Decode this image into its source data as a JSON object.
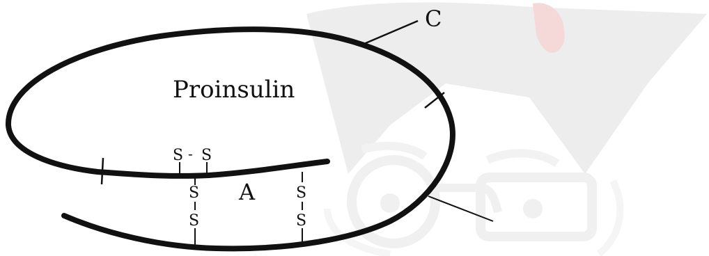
{
  "diagram": {
    "title": "Proinsulin",
    "labels": {
      "chain_c": "C",
      "chain_a": "A"
    },
    "bonds": {
      "intra_a_left": "S",
      "intra_a_right": "S",
      "inter_left_top": "S",
      "inter_left_bottom": "S",
      "inter_right_top": "S",
      "inter_right_bottom": "S"
    }
  },
  "colors": {
    "ink": "#111111",
    "watermark_hair": "#ececec",
    "watermark_line": "#f3f3f3",
    "watermark_accent": "#f7dede"
  }
}
